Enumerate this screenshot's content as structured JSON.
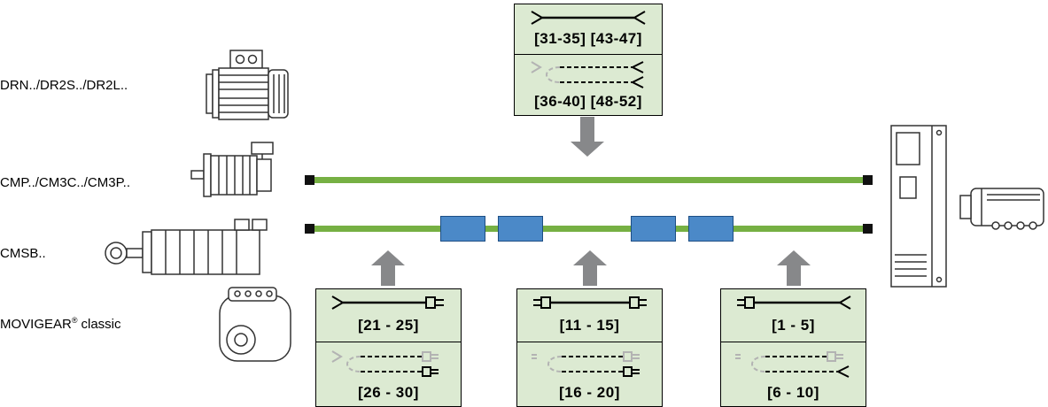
{
  "diagram": {
    "motors": [
      {
        "label": "DRN../DR2S../DR2L.."
      },
      {
        "label": "CMP../CM3C../CM3P.."
      },
      {
        "label": "CMSB.."
      },
      {
        "brand": "MOVIGEAR",
        "reg": "®",
        "suffix": "classic"
      }
    ],
    "cable_boxes": {
      "top": {
        "row1": "[31-35] [43-47]",
        "row2": "[36-40] [48-52]",
        "icons": [
          "cable-arrows-both-ends",
          "hybrid-y-cable-arrows"
        ]
      },
      "left": {
        "row1": "[21 - 25]",
        "row2": "[26 - 30]",
        "icons": [
          "cable-arrow-plug",
          "hybrid-y-cable-plugs"
        ]
      },
      "middle": {
        "row1": "[11 - 15]",
        "row2": "[16 - 20]",
        "icons": [
          "cable-plug-plug",
          "hybrid-y-cable-plugs"
        ]
      },
      "right": {
        "row1": "[1 - 5]",
        "row2": "[6 - 10]",
        "icons": [
          "cable-plug-arrow",
          "hybrid-y-cable-plug-arrow"
        ]
      }
    },
    "colors": {
      "cable_green": "#76b043",
      "connector_blue": "#4b89c8",
      "box_green": "#dcead2",
      "arrow_gray": "#87888a"
    }
  }
}
